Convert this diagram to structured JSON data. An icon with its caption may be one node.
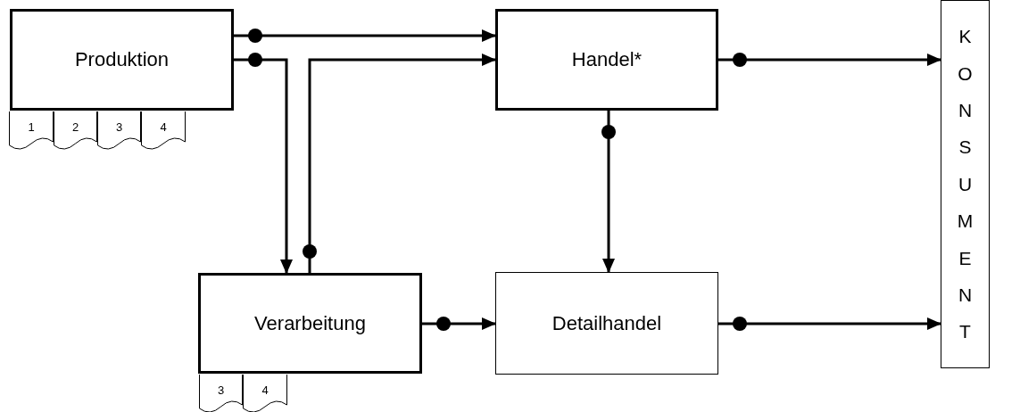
{
  "diagram": {
    "nodes": [
      {
        "text": [
          "Produktion"
        ]
      },
      {
        "text": [
          "1"
        ]
      },
      {
        "text": [
          "2"
        ]
      },
      {
        "text": [
          "3"
        ]
      },
      {
        "text": [
          "4"
        ]
      },
      {
        "text": [
          "Handel*"
        ]
      },
      {
        "text": [
          "KONSUMENT"
        ]
      },
      {
        "text": [
          "Verarbeitung"
        ]
      },
      {
        "text": [
          "3"
        ]
      },
      {
        "text": [
          "4"
        ]
      },
      {
        "text": [
          "Detailhandel"
        ]
      }
    ],
    "edges": [
      {
        "from": 0,
        "to": 5,
        "arrow": "to"
      },
      {
        "from": 0,
        "to": 7,
        "arrow": "to"
      },
      {
        "from": 7,
        "to": 5,
        "arrow": "to"
      },
      {
        "from": 5,
        "to": 6,
        "arrow": "to"
      },
      {
        "from": 5,
        "to": 10,
        "arrow": "to"
      },
      {
        "from": 7,
        "to": 10,
        "arrow": "to"
      },
      {
        "from": 10,
        "to": 6,
        "arrow": "to"
      }
    ]
  }
}
